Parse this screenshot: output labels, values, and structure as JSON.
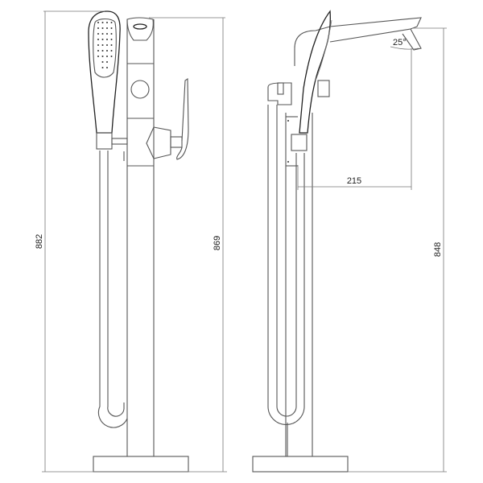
{
  "dimensions": {
    "overall_height_hand_shower": "882",
    "overall_height_spout": "869",
    "spout_outlet_height": "848",
    "spout_reach": "215",
    "spout_angle": "25°"
  },
  "colors": {
    "line": "#555555",
    "background": "#ffffff"
  }
}
